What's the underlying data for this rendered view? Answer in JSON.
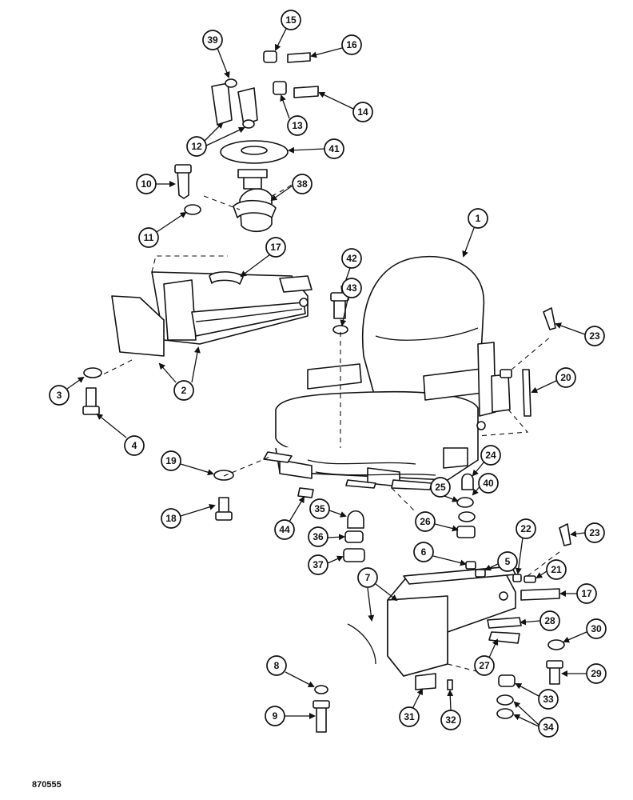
{
  "drawing_number": "870555",
  "ink_color": "#111111",
  "callouts": [
    {
      "id": "c1",
      "label": "1"
    },
    {
      "id": "c2",
      "label": "2"
    },
    {
      "id": "c3",
      "label": "3"
    },
    {
      "id": "c4",
      "label": "4"
    },
    {
      "id": "c5",
      "label": "5"
    },
    {
      "id": "c6",
      "label": "6"
    },
    {
      "id": "c7",
      "label": "7"
    },
    {
      "id": "c8",
      "label": "8"
    },
    {
      "id": "c9",
      "label": "9"
    },
    {
      "id": "c10",
      "label": "10"
    },
    {
      "id": "c11",
      "label": "11"
    },
    {
      "id": "c12",
      "label": "12"
    },
    {
      "id": "c13",
      "label": "13"
    },
    {
      "id": "c14",
      "label": "14"
    },
    {
      "id": "c15",
      "label": "15"
    },
    {
      "id": "c16",
      "label": "16"
    },
    {
      "id": "c17a",
      "label": "17"
    },
    {
      "id": "c17b",
      "label": "17"
    },
    {
      "id": "c18",
      "label": "18"
    },
    {
      "id": "c19",
      "label": "19"
    },
    {
      "id": "c20",
      "label": "20"
    },
    {
      "id": "c21",
      "label": "21"
    },
    {
      "id": "c22",
      "label": "22"
    },
    {
      "id": "c23a",
      "label": "23"
    },
    {
      "id": "c23b",
      "label": "23"
    },
    {
      "id": "c24",
      "label": "24"
    },
    {
      "id": "c25",
      "label": "25"
    },
    {
      "id": "c26",
      "label": "26"
    },
    {
      "id": "c27",
      "label": "27"
    },
    {
      "id": "c28",
      "label": "28"
    },
    {
      "id": "c29",
      "label": "29"
    },
    {
      "id": "c30",
      "label": "30"
    },
    {
      "id": "c31",
      "label": "31"
    },
    {
      "id": "c32",
      "label": "32"
    },
    {
      "id": "c33",
      "label": "33"
    },
    {
      "id": "c34",
      "label": "34"
    },
    {
      "id": "c35",
      "label": "35"
    },
    {
      "id": "c36",
      "label": "36"
    },
    {
      "id": "c37",
      "label": "37"
    },
    {
      "id": "c38",
      "label": "38"
    },
    {
      "id": "c39",
      "label": "39"
    },
    {
      "id": "c40",
      "label": "40"
    },
    {
      "id": "c41",
      "label": "41"
    },
    {
      "id": "c42",
      "label": "42"
    },
    {
      "id": "c43",
      "label": "43"
    },
    {
      "id": "c44",
      "label": "44"
    }
  ]
}
